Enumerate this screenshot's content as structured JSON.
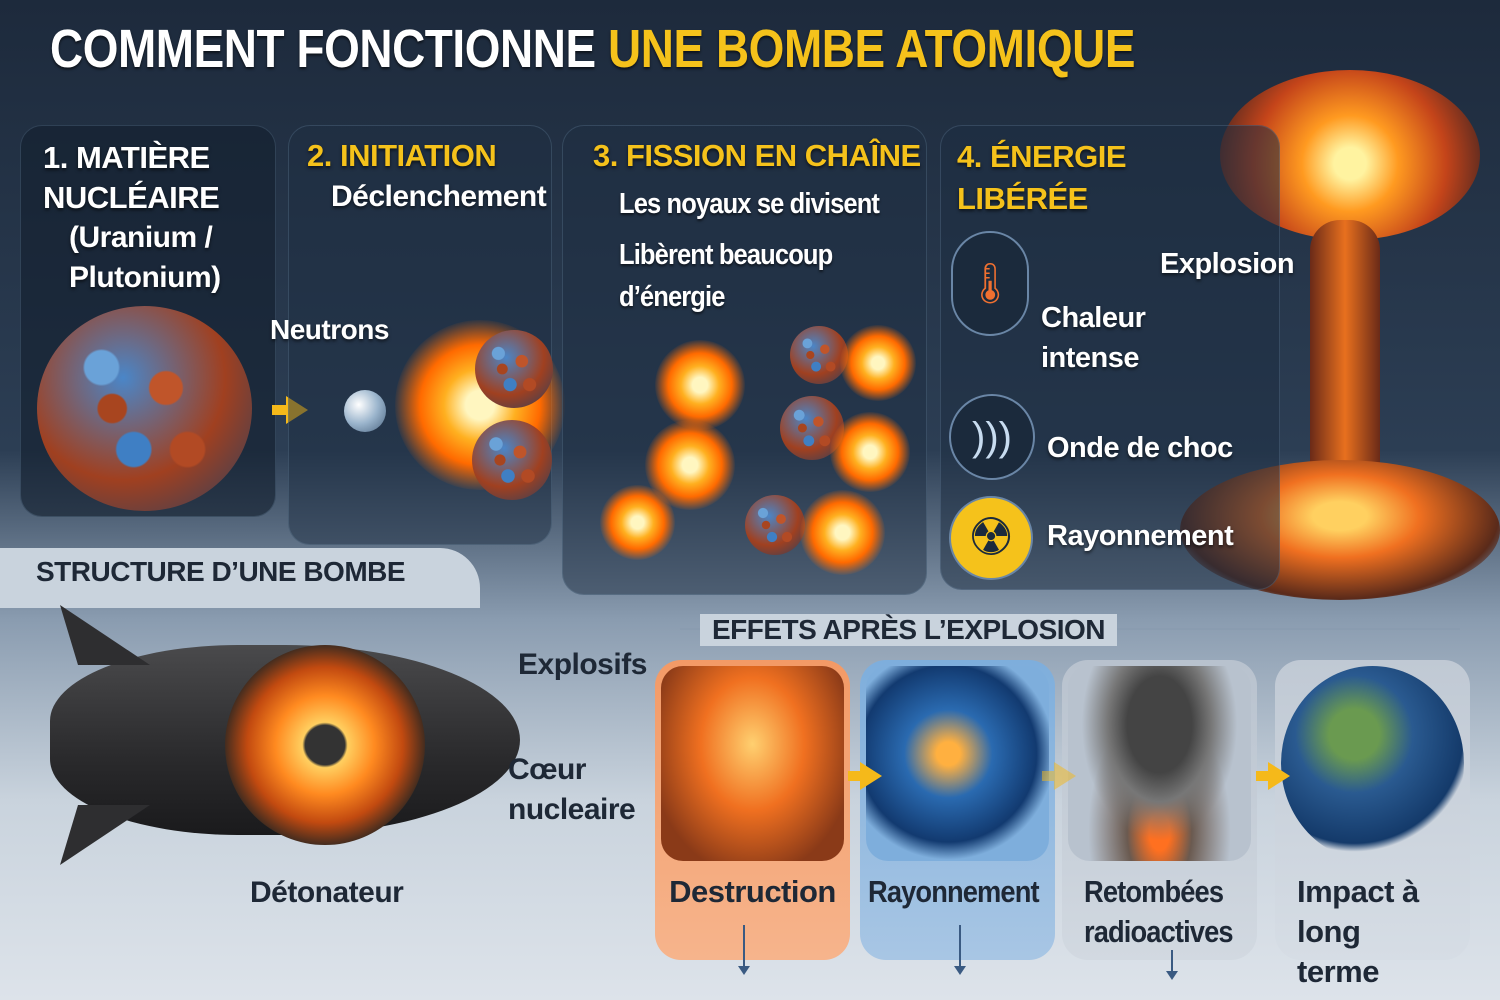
{
  "title": {
    "part1": "COMMENT FONCTIONNE",
    "part2": "UNE BOMBE ATOMIQUE"
  },
  "steps": [
    {
      "number": "1.",
      "title": "MATIÈRE NUCLÉAIRE",
      "subtitle": "(Uranium / Plutonium)"
    },
    {
      "number": "2.",
      "title": "INITIATION",
      "subtitle": "Déclenchement",
      "label": "Neutrons"
    },
    {
      "number": "3.",
      "title": "FISSION EN CHAÎNE",
      "line1": "Les noyaux se divisent",
      "line2": "Libèrent beaucoup d’énergie"
    },
    {
      "number": "4.",
      "title": "ÉNERGIE LIBÉRÉE",
      "items": [
        "Chaleur intense",
        "Onde de choc",
        "Rayonnement"
      ],
      "explosion": "Explosion"
    }
  ],
  "structure": {
    "title": "STRUCTURE D’UNE BOMBE",
    "labels": {
      "explosives": "Explosifs",
      "core": "Cœur nucleaire",
      "detonator": "Détonateur"
    }
  },
  "effects": {
    "title": "EFFETS APRÈS L’EXPLOSION",
    "cards": [
      {
        "label": "Destruction",
        "color": "#f4a070"
      },
      {
        "label": "Rayonnement",
        "color": "#8fb8e0"
      },
      {
        "label": "Retombées radioactives",
        "color": "#c8d0da"
      },
      {
        "label": "Impact à long terme",
        "color": "#c8d0da"
      }
    ]
  },
  "colors": {
    "accent": "#f5c21b",
    "background": "#1d2a3c"
  }
}
